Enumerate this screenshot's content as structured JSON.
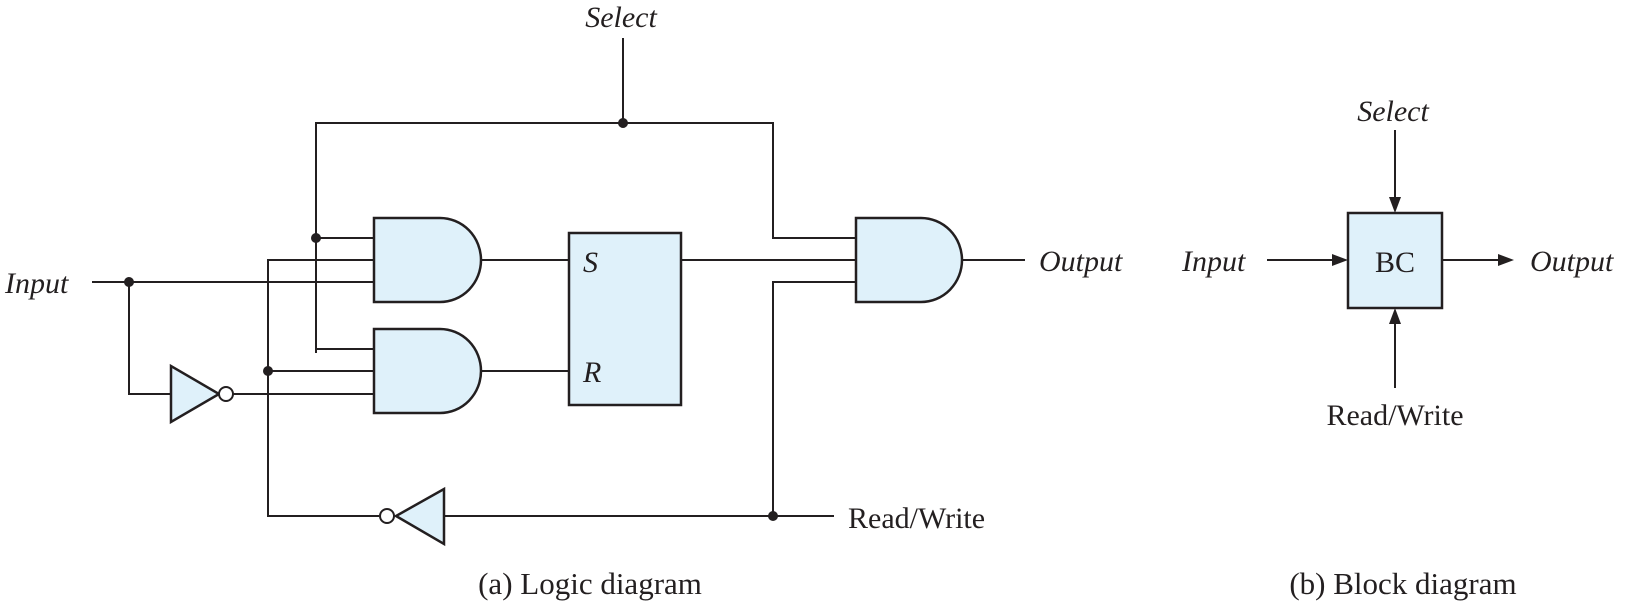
{
  "logic_diagram": {
    "caption": "(a) Logic diagram",
    "labels": {
      "select": "Select",
      "input": "Input",
      "output": "Output",
      "read_write": "Read/Write",
      "set": "S",
      "reset": "R"
    }
  },
  "block_diagram": {
    "caption": "(b) Block diagram",
    "block_label": "BC",
    "labels": {
      "select": "Select",
      "input": "Input",
      "output": "Output",
      "read_write": "Read/Write"
    }
  },
  "colors": {
    "fill": "#dff1fa",
    "stroke": "#231f20"
  }
}
